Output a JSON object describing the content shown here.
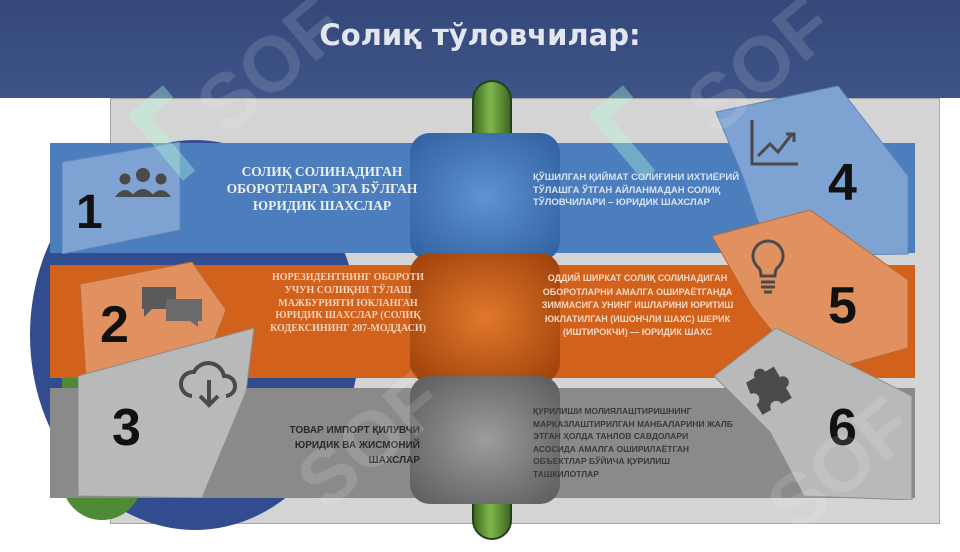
{
  "slide": {
    "title": "Солиқ тўловчилар:",
    "watermark_text": "SOF"
  },
  "items": [
    {
      "number": "1",
      "icon": "people-group-icon",
      "text": "СОЛИҚ СОЛИНАДИГАН ОБОРОТЛАРГА ЭГА БЎЛГАН ЮРИДИК ШАХСЛАР",
      "color": "#4c7ebd"
    },
    {
      "number": "2",
      "icon": "chat-bubbles-icon",
      "text": "НОРЕЗИДЕНТНИНГ ОБОРОТИ УЧУН СОЛИҚНИ ТЎЛАШ МАЖБУРИЯТИ ЮКЛАНГАН ЮРИДИК ШАХСЛАР (СОЛИҚ КОДЕКСИНИНГ 207-МОДДАСИ)",
      "color": "#d2611b"
    },
    {
      "number": "3",
      "icon": "cloud-download-icon",
      "text": "ТОВАР ИМПОРТ ҚИЛУВЧИ ЮРИДИК ВА ЖИСМОНИЙ ШАХСЛАР",
      "color": "#8a8a8a"
    },
    {
      "number": "4",
      "icon": "line-chart-icon",
      "text": "ҚЎШИЛГАН ҚИЙМАТ СОЛИҒИНИ ИХТИЁРИЙ ТЎЛАШГА ЎТГАН АЙЛАНМАДАН СОЛИҚ ТЎЛОВЧИЛАРИ – ЮРИДИК ШАХСЛАР",
      "color": "#4c7ebd"
    },
    {
      "number": "5",
      "icon": "lightbulb-icon",
      "text": "ОДДИЙ ШИРКАТ СОЛИҚ СОЛИНАДИГАН ОБОРОТЛАРНИ АМАЛГА ОШИРАЁТГАНДА ЗИММАСИГА УНИНГ ИШЛАРИНИ ЮРИТИШ ЮКЛАТИЛГАН (ИШОНЧЛИ ШАХС) ШЕРИК (ИШТИРОКЧИ) — ЮРИДИК ШАХС",
      "color": "#d2611b"
    },
    {
      "number": "6",
      "icon": "puzzle-piece-icon",
      "text": "ҚУРИЛИШИ МОЛИЯЛАШТИРИШНИНГ МАРКАЗЛАШТИРИЛГАН МАНБАЛАРИНИ ЖАЛБ ЭТГАН ҲОЛДА ТАНЛОВ САВДОЛАРИ АСОСИДА АМАЛГА ОШИРИЛАЁТГАН ОБЪЕКТЛАР БЎЙИЧА ҚУРИЛИШ ТАШКИЛОТЛАР",
      "color": "#8a8a8a"
    }
  ]
}
